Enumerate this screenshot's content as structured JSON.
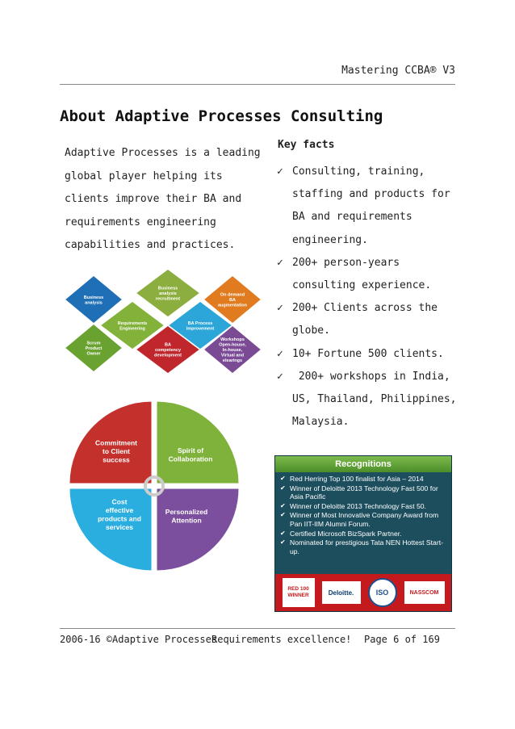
{
  "header": {
    "running_title": "Mastering CCBA® V3"
  },
  "section": {
    "title": "About Adaptive Processes Consulting"
  },
  "intro": {
    "text": "Adaptive Processes is a leading global player helping its clients improve their BA and requirements engineering capabilities and practices."
  },
  "key_facts": {
    "title": "Key facts",
    "items": [
      "Consulting, training, staffing and products for BA and requirements engineering.",
      "200+ person-years consulting experience.",
      "200+ Clients across the globe.",
      "10+ Fortune 500 clients.",
      " 200+ workshops in India, US, Thailand, Philippines, Malaysia."
    ]
  },
  "services_diagram": {
    "tiles": [
      "Business analysis",
      "Business analysis recruitment",
      "On demand BA augmentation",
      "Requirements Engineering",
      "BA Process improvement",
      "Scrum Product Owner",
      "BA competency development",
      "Workshops Open-house, In-house, Virtual and elearings"
    ],
    "colors": [
      "#1f6fb6",
      "#8cae3e",
      "#e07b20",
      "#83b23a",
      "#2ca6d8",
      "#6aa231",
      "#c0272d",
      "#7a4a94"
    ]
  },
  "values_circle": {
    "quadrants": [
      "Commitment to Client success",
      "Spirit of Collaboration",
      "Cost effective products and services",
      "Personalized Attention"
    ],
    "colors": [
      "#c4302b",
      "#7fb23a",
      "#2aaee0",
      "#7b4f9d"
    ]
  },
  "recognitions": {
    "title": "Recognitions",
    "items": [
      "Red Herring Top 100 finalist for Asia – 2014",
      "Winner of Deloitte 2013 Technology Fast 500 for Asia Pacific",
      "Winner of Deloitte 2013 Technology Fast 50.",
      "Winner of Most Innovative Company Award from Pan IIT-IIM Alumni Forum.",
      "Certified Microsoft BizSpark Partner.",
      "Nominated for prestigious Tata NEN Hottest Start-up."
    ],
    "logos": [
      "RED 100 WINNER",
      "Deloitte.",
      "ISO",
      "NASSCOM"
    ]
  },
  "footer": {
    "copyright": "2006-16 ©Adaptive Processes",
    "tagline": "Requirements excellence!",
    "page": "Page 6 of 169"
  }
}
